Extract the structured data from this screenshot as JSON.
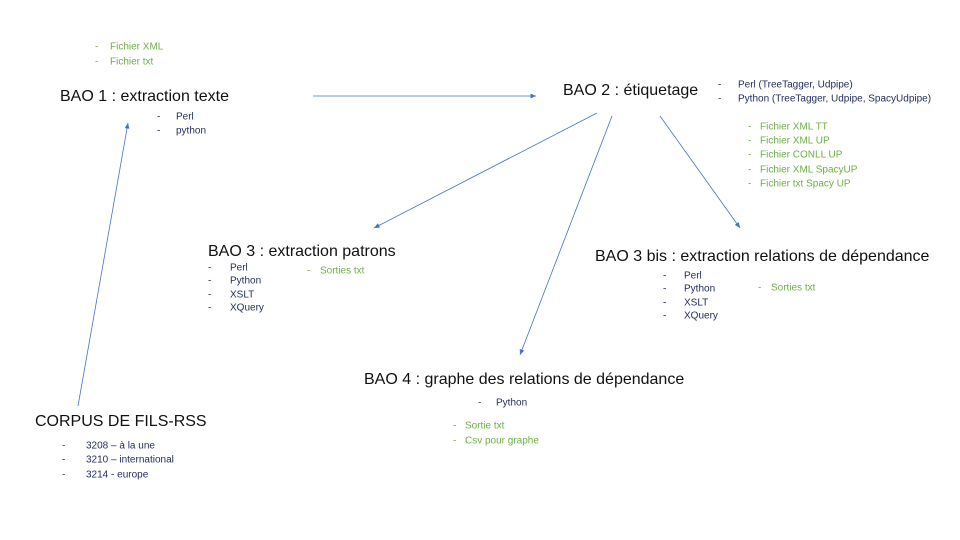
{
  "bao1": {
    "title": "BAO 1 : extraction texte",
    "outputs": [
      "Fichier XML",
      "Fichier txt"
    ],
    "tools": [
      "Perl",
      "python"
    ]
  },
  "bao2": {
    "title": "BAO 2 : étiquetage",
    "tools": [
      "Perl (TreeTagger, Udpipe)",
      "Python (TreeTagger, Udpipe, SpacyUdpipe)"
    ],
    "outputs": [
      "Fichier XML TT",
      "Fichier XML UP",
      "Fichier CONLL UP",
      "Fichier XML SpacyUP",
      "Fichier txt Spacy UP"
    ]
  },
  "bao3": {
    "title": "BAO 3 : extraction patrons",
    "tools": [
      "Perl",
      "Python",
      "XSLT",
      "XQuery"
    ],
    "outputs": [
      "Sorties txt"
    ]
  },
  "bao3bis": {
    "title": "BAO 3 bis : extraction relations de dépendance",
    "tools": [
      "Perl",
      "Python",
      "XSLT",
      "XQuery"
    ],
    "outputs": [
      "Sorties txt"
    ]
  },
  "bao4": {
    "title": "BAO 4 : graphe des relations de dépendance",
    "tools": [
      "Python"
    ],
    "outputs": [
      "Sortie txt",
      "Csv pour graphe"
    ]
  },
  "corpus": {
    "title": "CORPUS DE FILS-RSS",
    "items": [
      "3208 – à la une",
      "3210 – international",
      "3214 - europe"
    ]
  },
  "colors": {
    "arrow": "#4472c4",
    "tool_text": "#1f2a5a",
    "output_text": "#70ad47"
  }
}
